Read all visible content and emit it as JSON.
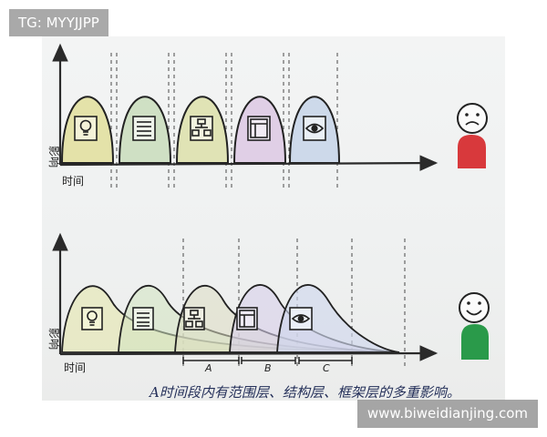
{
  "watermark": {
    "top_left": "TG: MYYJJPP",
    "bottom_right": "www.biweidianjing.com"
  },
  "diagram_top": {
    "y_axis_label": "影响",
    "x_axis_label": "时间",
    "stages": [
      {
        "icon": "lightbulb-icon",
        "color": "#e4e2a9"
      },
      {
        "icon": "list-icon",
        "color": "#cfe0c4"
      },
      {
        "icon": "flowchart-icon",
        "color": "#e0e3b5"
      },
      {
        "icon": "layout-icon",
        "color": "#e0cfe6"
      },
      {
        "icon": "eye-icon",
        "color": "#cdd9ea"
      }
    ],
    "face_mood": "sad",
    "face_color": "#d8393c"
  },
  "diagram_bottom": {
    "y_axis_label": "影响",
    "x_axis_label": "时间",
    "stages": [
      {
        "icon": "lightbulb-icon",
        "color": "#e3e6a8"
      },
      {
        "icon": "list-icon",
        "color": "#d2e3c0"
      },
      {
        "icon": "flowchart-icon",
        "color": "#dcdcc2"
      },
      {
        "icon": "layout-icon",
        "color": "#d7cfea"
      },
      {
        "icon": "eye-icon",
        "color": "#cfd7ec"
      }
    ],
    "span_labels": [
      "A",
      "B",
      "C"
    ],
    "face_mood": "happy",
    "face_color": "#2a9a4a"
  },
  "handwritten_note": "A时间段内有范围层、结构层、框架层的多重影响。"
}
